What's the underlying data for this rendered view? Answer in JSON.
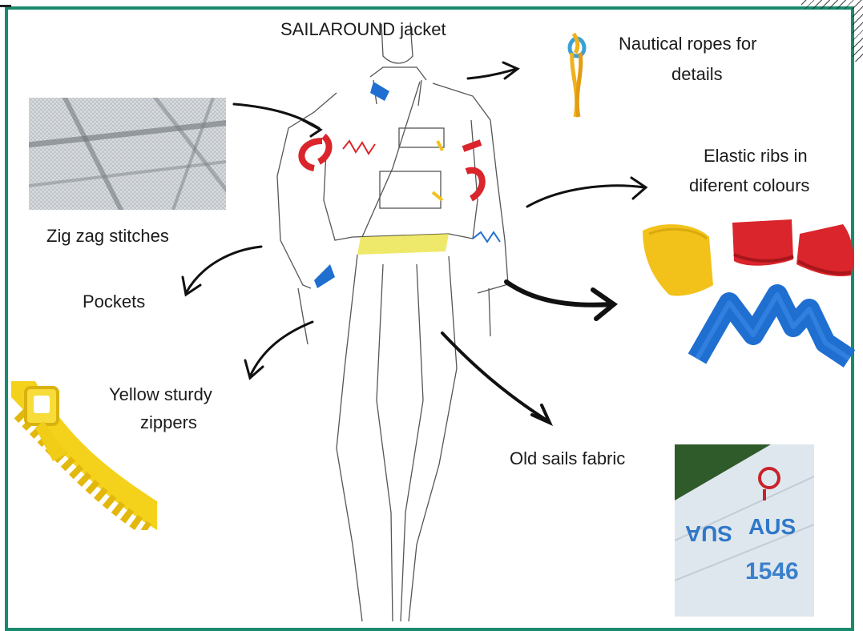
{
  "title": "SAILAROUND jacket",
  "labels": {
    "ropes_line1": "Nautical ropes for",
    "ropes_line2": "details",
    "ribs_line1": "Elastic ribs in",
    "ribs_line2": "diferent colours",
    "zigzag": "Zig zag stitches",
    "pockets": "Pockets",
    "zipper_line1": "Yellow sturdy",
    "zipper_line2": "zippers",
    "sails": "Old sails fabric"
  },
  "sail_text": {
    "line1": "AUS",
    "line2": "1546"
  },
  "colors": {
    "frame": "#1a8a6e",
    "red": "#d9252b",
    "blue": "#1f6fd1",
    "yellow": "#f2c21a"
  }
}
